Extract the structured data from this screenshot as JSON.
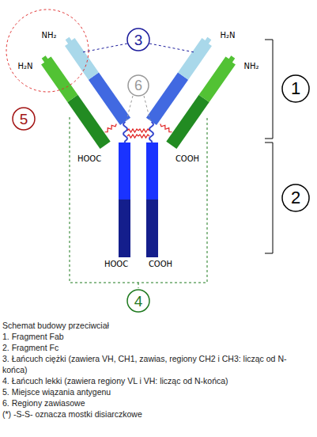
{
  "diagram": {
    "caption": "Schemat budowy przeciwciał",
    "nodes": [
      {
        "text": [
          "3"
        ]
      },
      {
        "text": [
          "6"
        ]
      },
      {
        "text": [
          "1"
        ]
      },
      {
        "text": [
          "5"
        ]
      },
      {
        "text": [
          "2"
        ]
      },
      {
        "text": [
          "4"
        ]
      }
    ],
    "labels": [
      "NH₂",
      "H₂N",
      "H₂N",
      "NH₂",
      "HOOC",
      "COOH",
      "HOOC",
      "COOH",
      "1. Fragment Fab",
      "2. Fragment Fc",
      "3. Łańcuch ciężki (zawiera VH, CH1, zawias, regiony CH2 i CH3: licząc od N-końca)",
      "4. Łańcuch lekki (zawiera regiony VL i VH: licząc od N-końca)",
      "5. Miejsce wiązania antygenu",
      "6. Regiony zawiasowe",
      "(*) -S-S- oznacza mostki disiarczkowe"
    ]
  }
}
